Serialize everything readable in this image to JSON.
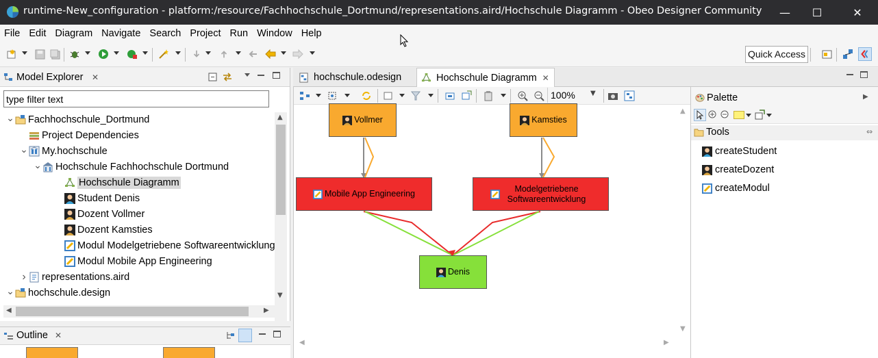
{
  "window": {
    "title": "runtime-New_configuration - platform:/resource/Fachhochschule_Dortmund/representations.aird/Hochschule Diagramm - Obeo Designer Community",
    "minimize": "—",
    "maximize": "☐",
    "close": "✕"
  },
  "menu": [
    "File",
    "Edit",
    "Diagram",
    "Navigate",
    "Search",
    "Project",
    "Run",
    "Window",
    "Help"
  ],
  "toolbar": {
    "quick_access": "Quick Access"
  },
  "model_explorer": {
    "title": "Model Explorer",
    "filter_placeholder": "type filter text",
    "tree": [
      {
        "label": "Fachhochschule_Dortmund",
        "icon": "project-icon",
        "twisty": "expanded",
        "level": 0
      },
      {
        "label": "Project Dependencies",
        "icon": "dependencies-icon",
        "twisty": "none",
        "level": 1
      },
      {
        "label": "My.hochschule",
        "icon": "model-file-icon",
        "twisty": "expanded",
        "level": 1
      },
      {
        "label": "Hochschule Fachhochschule Dortmund",
        "icon": "school-icon",
        "twisty": "expanded",
        "level": 2
      },
      {
        "label": "Hochschule Diagramm",
        "icon": "diagram-icon",
        "twisty": "none",
        "level": 3,
        "selected": true
      },
      {
        "label": "Student Denis",
        "icon": "student-icon",
        "twisty": "none",
        "level": 3
      },
      {
        "label": "Dozent Vollmer",
        "icon": "person-icon",
        "twisty": "none",
        "level": 3
      },
      {
        "label": "Dozent Kamsties",
        "icon": "person-icon",
        "twisty": "none",
        "level": 3
      },
      {
        "label": "Modul Modelgetriebene Softwareentwicklung",
        "icon": "module-icon",
        "twisty": "none",
        "level": 3
      },
      {
        "label": "Modul Mobile App Engineering",
        "icon": "module-icon",
        "twisty": "none",
        "level": 3
      },
      {
        "label": "representations.aird",
        "icon": "aird-icon",
        "twisty": "collapsed",
        "level": 1
      },
      {
        "label": "hochschule.design",
        "icon": "project-icon",
        "twisty": "expanded",
        "level": 0
      }
    ]
  },
  "outline": {
    "title": "Outline"
  },
  "editor": {
    "tabs": [
      {
        "label": "hochschule.odesign",
        "active": false
      },
      {
        "label": "Hochschule Diagramm",
        "active": true
      }
    ],
    "zoom": "100%"
  },
  "diagram": {
    "nodes": [
      {
        "id": "vollmer",
        "label": "Vollmer",
        "kind": "dozent"
      },
      {
        "id": "kamsties",
        "label": "Kamsties",
        "kind": "dozent"
      },
      {
        "id": "mobile",
        "label": "Mobile App Engineering",
        "kind": "modul"
      },
      {
        "id": "mde",
        "label": "Modelgetriebene Softwareentwicklung",
        "kind": "modul"
      },
      {
        "id": "denis",
        "label": "Denis",
        "kind": "student"
      }
    ],
    "colors": {
      "dozent": "#f9a92f",
      "modul": "#ef2c2c",
      "student": "#86e03a",
      "edge_gray": "#8a8a8a",
      "edge_orange": "#f9a92f",
      "edge_red": "#e82a2a",
      "edge_green": "#86e03a"
    }
  },
  "palette": {
    "title": "Palette",
    "group": "Tools",
    "tools": [
      "createStudent",
      "createDozent",
      "createModul"
    ]
  }
}
